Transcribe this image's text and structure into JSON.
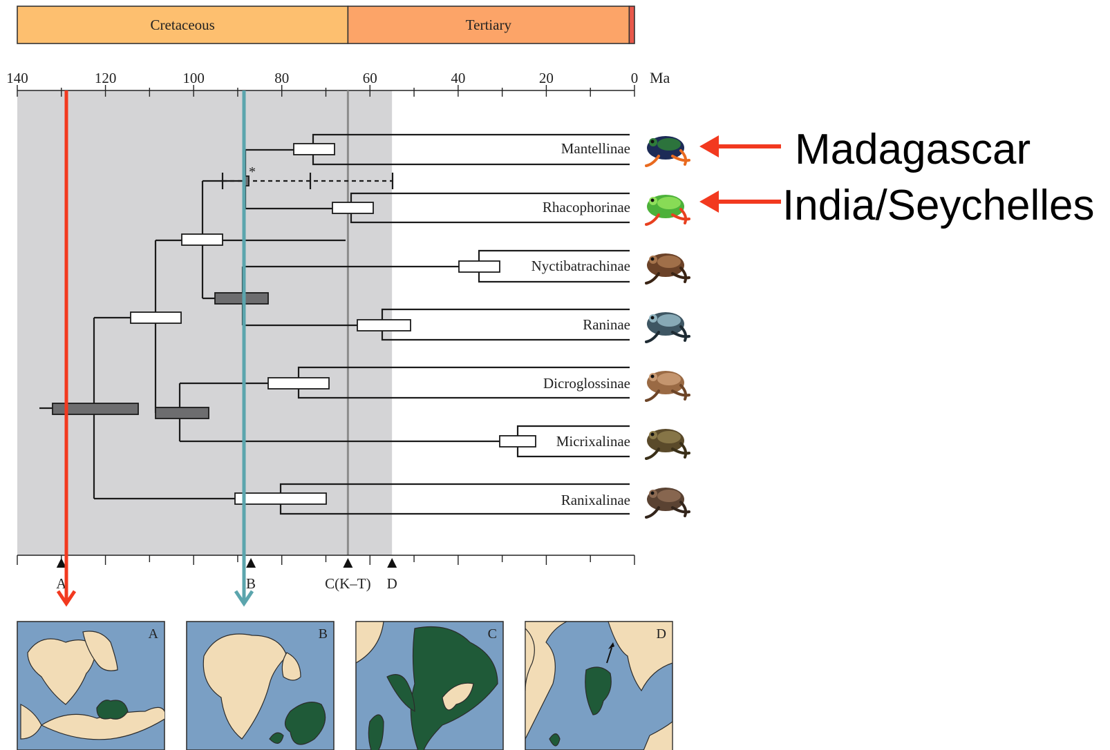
{
  "periods": [
    {
      "label": "Cretaceous",
      "from": 140,
      "to": 65,
      "color": "#fdbf6f"
    },
    {
      "label": "Tertiary",
      "from": 65,
      "to": 1.2,
      "color": "#fca468"
    },
    {
      "label": "",
      "from": 1.2,
      "to": 0,
      "color": "#e8584a"
    }
  ],
  "axis": {
    "unit": "Ma",
    "ticks": [
      "140",
      "120",
      "100",
      "80",
      "60",
      "40",
      "20",
      "0"
    ],
    "min": 0,
    "max": 140
  },
  "shaded_interval": {
    "from": 140,
    "to": 55,
    "color": "#d4d4d6"
  },
  "kt_line_age": 65,
  "events": [
    {
      "label": "A",
      "age": 130
    },
    {
      "label": "B",
      "age": 87
    },
    {
      "label": "C(K–T)",
      "age": 65
    },
    {
      "label": "D",
      "age": 55
    }
  ],
  "taxa": [
    {
      "name": "Mantellinae",
      "age": 72
    },
    {
      "name": "Rhacophorinae",
      "age": 63
    },
    {
      "name": "Nyctibatrachinae",
      "age": 34
    },
    {
      "name": "Raninae",
      "age": 56
    },
    {
      "name": "Dicroglossinae",
      "age": 75
    },
    {
      "name": "Micrixalinae",
      "age": 26
    },
    {
      "name": "Ranixalinae",
      "age": 80
    }
  ],
  "annotations": {
    "madagascar": "Madagascar",
    "india": "India/Seychelles",
    "asterisk": "*"
  },
  "maps": [
    {
      "label": "A"
    },
    {
      "label": "B"
    },
    {
      "label": "C"
    },
    {
      "label": "D"
    }
  ],
  "colors": {
    "ocean": "#7a9fc4",
    "land": "#f2dcb6",
    "india_plate": "#1f5a38",
    "red_arrow": "#f2391f",
    "teal_arrow": "#5ba5ad"
  }
}
